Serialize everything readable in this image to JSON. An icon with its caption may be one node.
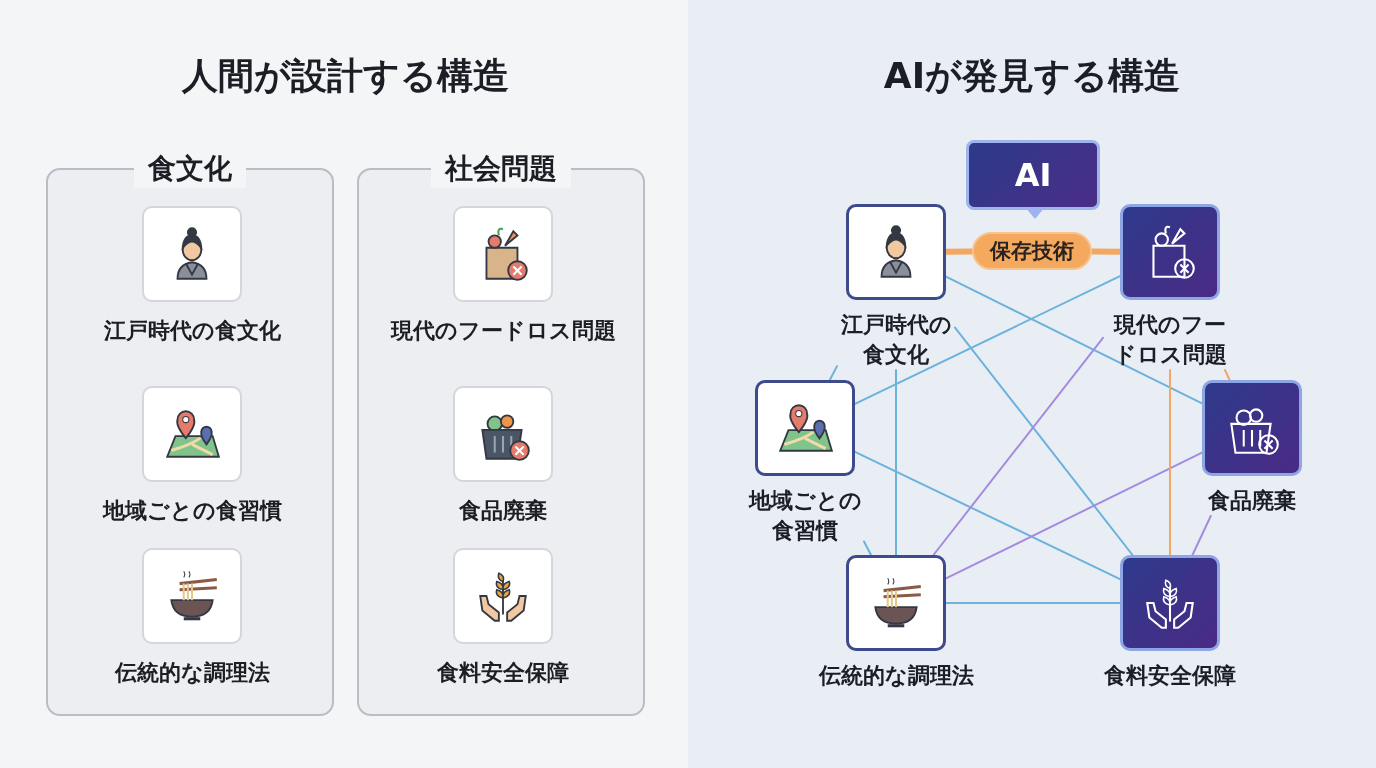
{
  "diagram": {
    "nodes": [
      {
        "text": [
          "食文化"
        ]
      },
      {
        "text": [
          "江戸時代の食文化"
        ],
        "in": 0
      },
      {
        "text": [
          "地域ごとの食習慣"
        ],
        "in": 0
      },
      {
        "text": [
          "伝統的な調理法"
        ],
        "in": 0
      },
      {
        "text": [
          "社会問題"
        ]
      },
      {
        "text": [
          "現代のフードロス問題"
        ],
        "in": 4
      },
      {
        "text": [
          "食品廃棄"
        ],
        "in": 4
      },
      {
        "text": [
          "食料安全保障"
        ],
        "in": 4
      },
      {
        "text": [
          "AI"
        ]
      },
      {
        "text": [
          "江戸時代の食文化"
        ]
      },
      {
        "text": [
          "保存技術"
        ]
      },
      {
        "text": [
          "現代のフードロス問題"
        ]
      },
      {
        "text": [
          "地域ごとの食習慣"
        ]
      },
      {
        "text": [
          "食品廃棄"
        ]
      },
      {
        "text": [
          "伝統的な調理法"
        ]
      },
      {
        "text": [
          "食料安全保障"
        ]
      }
    ],
    "edges": [
      {
        "from": 9,
        "to": 10,
        "arrow": "none",
        "color": "#f2a862",
        "style": "thick"
      },
      {
        "from": 10,
        "to": 11,
        "arrow": "none",
        "color": "#f2a862",
        "style": "thick"
      },
      {
        "from": 9,
        "to": 12,
        "arrow": "none"
      },
      {
        "from": 9,
        "to": 14,
        "arrow": "none"
      },
      {
        "from": 9,
        "to": 13,
        "arrow": "none"
      },
      {
        "from": 9,
        "to": 15,
        "arrow": "none"
      },
      {
        "from": 12,
        "to": 11,
        "arrow": "none"
      },
      {
        "from": 12,
        "to": 15,
        "arrow": "none"
      },
      {
        "from": 12,
        "to": 14,
        "arrow": "none"
      },
      {
        "from": 14,
        "to": 11,
        "arrow": "none",
        "color": "#a58be0"
      },
      {
        "from": 14,
        "to": 13,
        "arrow": "none",
        "color": "#a58be0"
      },
      {
        "from": 14,
        "to": 15,
        "arrow": "none"
      },
      {
        "from": 11,
        "to": 13,
        "arrow": "none",
        "color": "#f2a862"
      },
      {
        "from": 11,
        "to": 15,
        "arrow": "none",
        "color": "#f2a862"
      },
      {
        "from": 13,
        "to": 15,
        "arrow": "none",
        "color": "#a58be0"
      }
    ],
    "labels": [
      "人間が設計する構造",
      "AIが発見する構造"
    ]
  }
}
